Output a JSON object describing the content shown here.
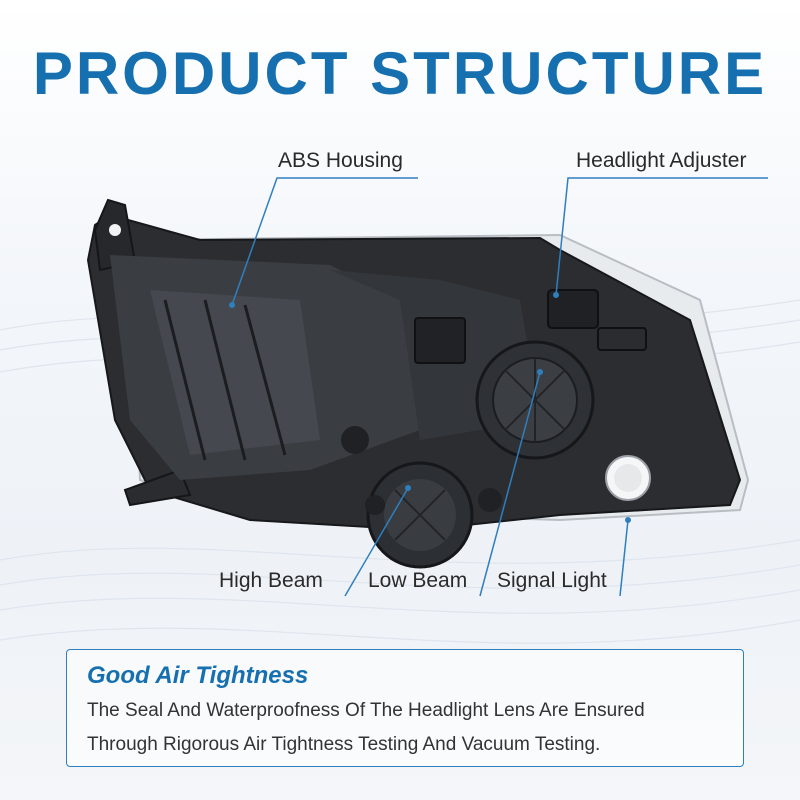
{
  "title": "PRODUCT STRUCTURE",
  "callouts": {
    "abs_housing": "ABS Housing",
    "headlight_adjuster": "Headlight Adjuster",
    "high_beam": "High Beam",
    "low_beam": "Low Beam",
    "signal_light": "Signal Light"
  },
  "info": {
    "heading": "Good Air Tightness",
    "line1": "The Seal And Waterproofness Of The Headlight Lens Are Ensured",
    "line2": "Through Rigorous Air Tightness Testing And Vacuum Testing."
  },
  "colors": {
    "accent": "#1670b0",
    "line": "#2f7fbf",
    "housing": "#2a2c30"
  }
}
